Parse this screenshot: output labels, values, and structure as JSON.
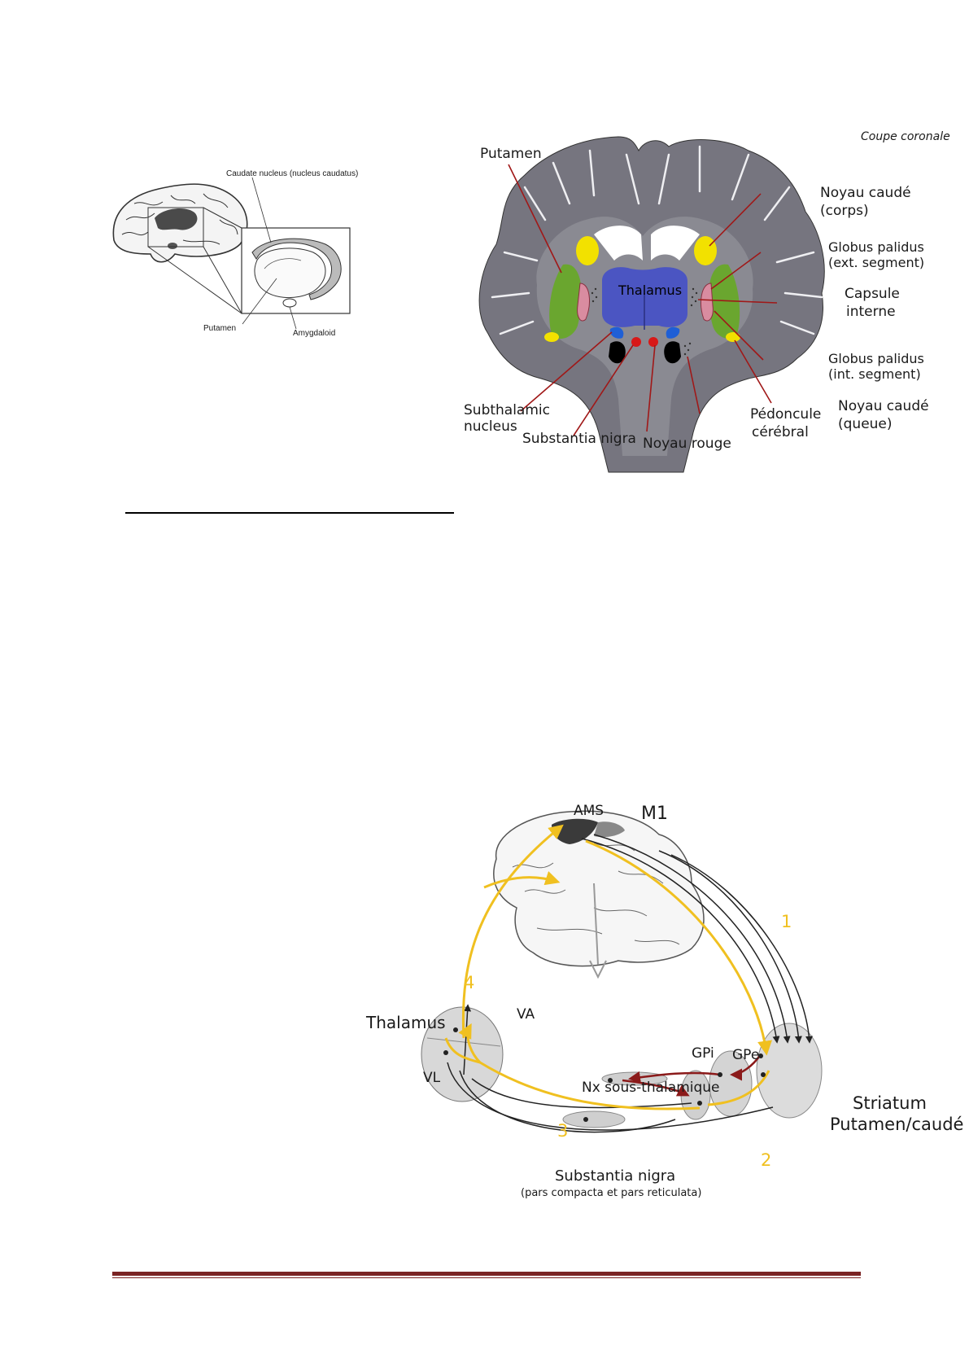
{
  "figure_lateral": {
    "labels": {
      "caudate": "Caudate nucleus (nucleus caudatus)",
      "putamen": "Putamen",
      "amygdaloid": "Amygdaloid"
    }
  },
  "figure_coronal": {
    "caption": "Coupe coronale",
    "labels": {
      "putamen": "Putamen",
      "noyau_caude_corps_1": "Noyau caudé",
      "noyau_caude_corps_2": "(corps)",
      "globus_ext_1": "Globus palidus",
      "globus_ext_2": "(ext. segment)",
      "capsule_1": "Capsule",
      "capsule_2": "interne",
      "thalamus": "Thalamus",
      "globus_int_1": "Globus palidus",
      "globus_int_2": "(int. segment)",
      "noyau_caude_queue_1": "Noyau caudé",
      "noyau_caude_queue_2": "(queue)",
      "subthalamic_1": "Subthalamic",
      "subthalamic_2": "nucleus",
      "substantia_nigra": "Substantia nigra",
      "noyau_rouge": "Noyau rouge",
      "pedoncule_1": "Pédoncule",
      "pedoncule_2": "cérébral"
    },
    "colors": {
      "cortex": "#76757f",
      "white_matter": "#dcdce0",
      "thalamus": "#4b55c2",
      "putamen": "#6aa62f",
      "caudate": "#f2e100",
      "globus_pallidus": "#d98ca0",
      "subthalamic": "#1f5fd6",
      "substantia_nigra": "#000000",
      "red_nucleus": "#d81818",
      "leader_lines": "#a01818"
    }
  },
  "figure_circuit": {
    "labels": {
      "ams": "AMS",
      "m1": "M1",
      "thalamus": "Thalamus",
      "va": "VA",
      "vl": "VL",
      "gpi": "GPi",
      "gpe": "GPe",
      "nx_sous_thalamique": "Nx sous-thalamique",
      "striatum_1": "Striatum",
      "striatum_2": "Putamen/caudé",
      "substantia_nigra": "Substantia nigra",
      "substantia_nigra_sub": "(pars compacta et pars reticulata)",
      "path_1": "1",
      "path_2": "2",
      "path_3": "3",
      "path_4": "4"
    },
    "colors": {
      "pathway_yellow": "#f0c020",
      "pathway_red": "#8b1a1a",
      "pathway_black": "#222222"
    }
  },
  "footer_rule_color": "#7a2323"
}
